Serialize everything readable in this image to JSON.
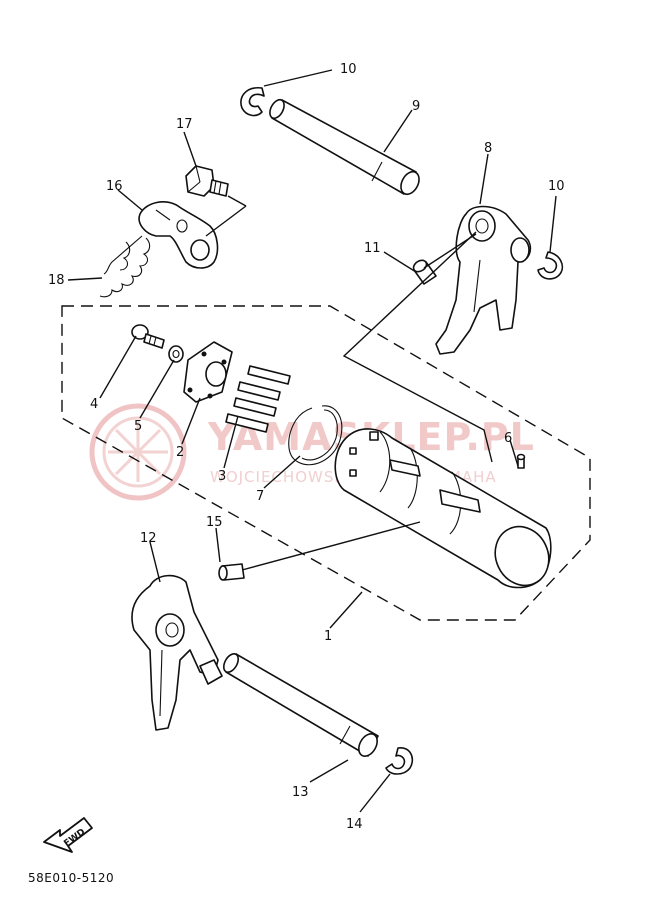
{
  "watermark": {
    "brand_text": "YAMASKLEP.PL",
    "sub_text": "WOJCIECHOWSKI DEALER YAMAHA",
    "tint_color": "#e9a8a8"
  },
  "callouts": {
    "p1": "1",
    "p2": "2",
    "p3": "3",
    "p4": "4",
    "p5": "5",
    "p6": "6",
    "p7": "7",
    "p8": "8",
    "p9": "9",
    "p10a": "10",
    "p10b": "10",
    "p11": "11",
    "p12": "12",
    "p13": "13",
    "p14": "14",
    "p15": "15",
    "p16": "16",
    "p17": "17",
    "p18": "18"
  },
  "fwd_label": "FWD",
  "reference_code": "58E010-5120",
  "ink_color": "#111111"
}
